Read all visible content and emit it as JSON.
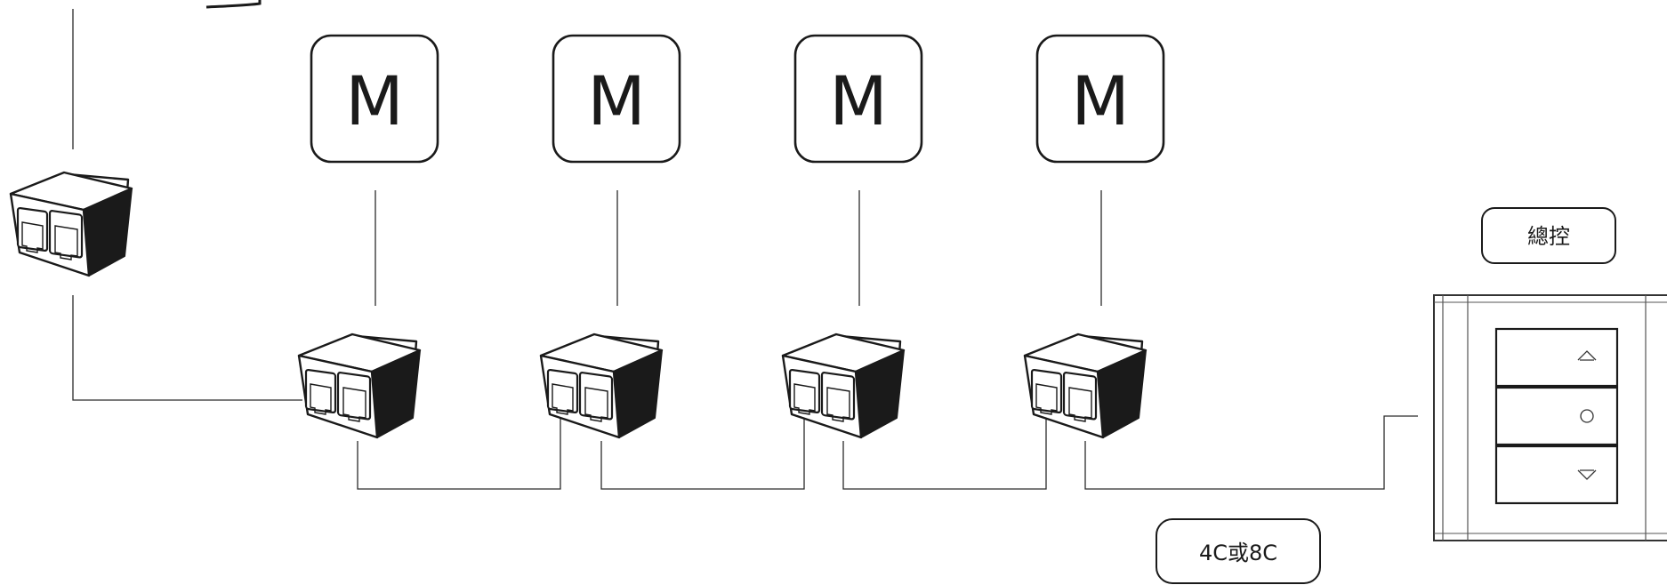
{
  "motors": [
    {
      "label": "M"
    },
    {
      "label": "M"
    },
    {
      "label": "M"
    },
    {
      "label": "M"
    }
  ],
  "master_control": {
    "label": "總控"
  },
  "cable": {
    "label": "4C或8C"
  },
  "switch_panel": {
    "keys": [
      {
        "icon": "up-arrow-icon"
      },
      {
        "icon": "stop-circle-icon"
      },
      {
        "icon": "down-arrow-icon"
      }
    ]
  },
  "splitters": {
    "count": 5,
    "icon": "rj-dual-port-splitter-icon"
  }
}
